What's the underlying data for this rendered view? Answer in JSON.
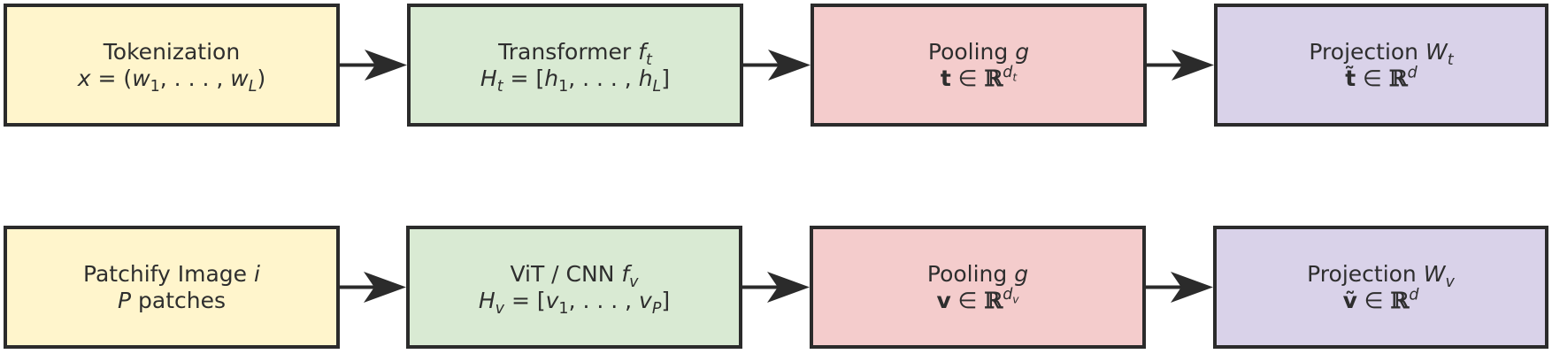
{
  "colors": {
    "tokenize": "#fff5cc",
    "encoder": "#d9ead3",
    "pool": "#f4cccc",
    "project": "#d9d2e9",
    "border": "#2b2b2b",
    "arrow": "#2b2b2b"
  },
  "rows": [
    {
      "boxes": [
        {
          "line1_text": "Tokenization",
          "line2_text": ""
        },
        {
          "line1_text": "Transformer ",
          "line2_text": ""
        },
        {
          "line1_text": "Pooling ",
          "line2_text": ""
        },
        {
          "line1_text": "Projection ",
          "line2_text": ""
        }
      ]
    },
    {
      "boxes": [
        {
          "line1_text": "Patchify Image ",
          "line2_text": " patches"
        },
        {
          "line1_text": "ViT / CNN ",
          "line2_text": ""
        },
        {
          "line1_text": "Pooling ",
          "line2_text": ""
        },
        {
          "line1_text": "Projection ",
          "line2_text": ""
        }
      ]
    }
  ],
  "math": {
    "r0b0_l2": "x = (w1, . . . , wL)",
    "r0b1_l1": "ft",
    "r0b1_l2": "Ht = [h1, . . . , hL]",
    "r0b2_l1": "g",
    "r0b2_l2": "t ∈ ℝ^dt",
    "r0b3_l1": "Wt",
    "r0b3_l2": "t̃ ∈ ℝ^d",
    "r1b0_l1": "i",
    "r1b0_l2": "P",
    "r1b1_l1": "fv",
    "r1b1_l2": "Hv = [v1, . . . , vP]",
    "r1b2_l1": "g",
    "r1b2_l2": "v ∈ ℝ^dv",
    "r1b3_l1": "Wv",
    "r1b3_l2": "ṽ ∈ ℝ^d"
  }
}
